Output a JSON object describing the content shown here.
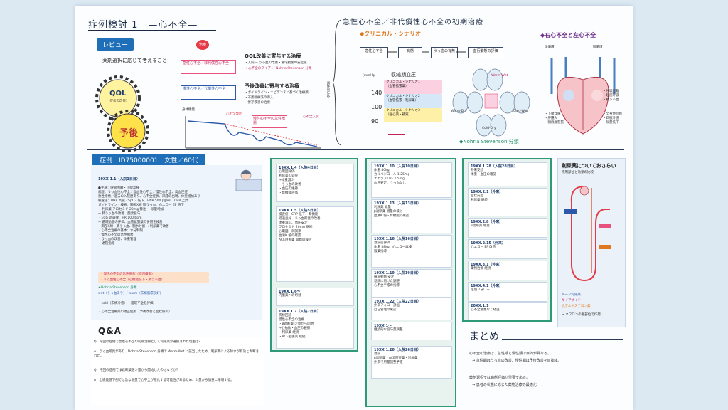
{
  "title": "症例検討 1　—心不全—",
  "review": {
    "label": "レビュー",
    "subtitle": "薬剤選択に応じて考えること",
    "center_badge": "治療",
    "option1": "急性心不全／非代償性心不全",
    "option2": "慢性心不全／代償性心不全",
    "gear1": "QOL",
    "gear1_sub": "（症状の改善）",
    "gear2": "予後",
    "qol_head": "QOL改善に寄与する治療",
    "qol_l1": "・入院 → うっ血の改善・循環動態の安定化",
    "qol_l2": "→ 心不全のタイプ ／ Nohria Stevenson 分類",
    "prog_head": "予後改善に寄与する治療",
    "prog_l1": "・ガイドライン・エビデンスに基づく治療薬",
    "prog_l2": "・非薬物療法の導入",
    "prog_l3": "・併存疾患の治療",
    "graph_ylabel": "身体機能",
    "graph_label1": "心不全発症",
    "graph_label2": "慢性心不全の急性増悪",
    "graph_label3": "心不全入院",
    "side_note": "具体的には"
  },
  "acute": {
    "title": "急性心不全／非代償性心不全の初期治療",
    "clinical_label": "◆クリニカル・シナリオ",
    "flow": [
      "急性心不全",
      "病態",
      "うっ血の有無",
      "血行動態の評価"
    ],
    "y_unit": "(mmHg)",
    "y_label": "収縮期血圧",
    "y_ticks": [
      "140",
      "100",
      "90"
    ],
    "cs1": "クリニカル・シナリオ1",
    "cs1_sub": "（血管拡張薬）",
    "cs2": "クリニカル・シナリオ2",
    "cs2_sub": "（血管拡張・利尿薬）",
    "cs3": "クリニカル・シナリオ3",
    "cs3_sub": "（強心薬・補液）",
    "nohria": "◆Nohria Stevenson 分類",
    "warm_wet": "Warm-Wet",
    "warm_dry": "Warm-Dry",
    "cold_wet": "Cold-Wet",
    "cold_dry": "Cold-Dry"
  },
  "rhf": {
    "title": "◆右心不全と左心不全",
    "right": "体循環",
    "left": "肺循環",
    "r_list": "・下腿浮腫\n・肝腫大\n・頸静脈怒張",
    "l_list": "・呼吸困難\n・起座呼吸\n・肺うっ血",
    "l_list2": "・全身倦怠感\n・四肢冷感\n・尿量低下"
  },
  "case": {
    "header": "症例　ID75000001　女性／60代",
    "first_date": "19XX.1.1（入院1日目）",
    "lines": [
      "●主訴：呼吸困難・下腿浮腫",
      "病歴：うっ血性心不全／虚血性心不全／慢性心不全、高血圧症",
      "急性増悪／過去の入院歴あり、心不全症状、浮腫の出現、体重増加あり",
      "検査値：BNP 高値／SpO2 低下、BNP 500 pg/ml、CRP 上昇",
      "ガイドライン・検査：胸部X線 肺うっ血、心エコー EF 低下",
      "→ 利尿薬 フロセミド 20mg 静注 → 尿量増加",
      "→ 肺うっ血の改善、酸素投与",
      "・ECG 洞調律、HR 100 bpm",
      "→ 循環動態の評価、血管拡張薬の併用を検討",
      "・胸部X線：肺うっ血、胸水貯留 → 利尿薬で改善",
      "・心不全治療の基本：水分制限",
      "・慢性心不全の急性増悪",
      "・うっ血の改善、体重管理",
      "→ 退院指導"
    ],
    "highlight1": "・慢性心不全の急性増悪（原因検索）",
    "highlight2": "・うっ血性心不全（心機能低下・肺うっ血）",
    "nohria_tag": "★Nohria Stevenson 分類",
    "nohria_val": "wet（うっ血あり）/ warm（末梢循環良好）",
    "note": "・cold（末梢冷感）→ 循環不全を評価",
    "footer": "・心不全治療薬の適正使用（予後改善と症状緩和）"
  },
  "timeline_a": [
    {
      "date": "19XX.1.4（入院4日目）",
      "body": "心電図評価\n利尿薬の効果\n→体重減少\n・うっ血の改善\n・血圧の維持\n・腎機能評価"
    },
    {
      "date": "19XX.1.5（入院5日目）",
      "body": "検査値：CRP 低下、腎機能\n経過良好、うっ血所見の改善\n体重減少、血圧安定\nフロセミド 20mg 継続\n心電図：洞調律\n血清K 値の確認\nACE阻害薬 開始の検討"
    },
    {
      "date": "19XX.1.6〜",
      "body": "内服薬への切替"
    },
    {
      "date": "19XX.1.7（入院7日目）",
      "body": "病棟回診\n慢性心不全の治療\n・β遮断薬 少量から開始\n→心拍数・血圧の観察\n・利尿薬 継続\n・ACE阻害薬 継続"
    }
  ],
  "timeline_b": [
    {
      "date": "19XX.1.10（入院10日目）",
      "body": "体重 40kg\nカルベジロール 1.25mg\nエナラプリル 2.5mg\n血圧安定、うっ血なし"
    },
    {
      "date": "19XX.1.13（入院13日目）",
      "body": "利尿薬 減量\nβ遮断薬 増量の検討\n血清K 値・腎機能の確認"
    },
    {
      "date": "19XX.1.16（入院16日目）",
      "body": "退院前評価\n体重 38kg、心エコー再検\n服薬指導"
    },
    {
      "date": "19XX.1.19（入院19日目）",
      "body": "循環動態 安定\n退院に向けた調整\n心不全手帳の指導"
    },
    {
      "date": "19XX.1.22（入院22日目）",
      "body": "外来フォロー計画\n自己管理の確認"
    },
    {
      "date": "19XX.1〜",
      "body": "継続的な投与量調整"
    },
    {
      "date": "19XX.1.26（入院26日目）",
      "body": "退院\nβ遮断薬・ACE阻害薬・利尿薬\n外来で用量調整予定"
    }
  ],
  "timeline_c": [
    {
      "date": "19XX.1.28（入院28日目）",
      "body": "外来受診\n体重・血圧の確認"
    },
    {
      "date": "19XX.2.1（外来）",
      "body": "症状安定\n利尿薬 継続"
    },
    {
      "date": "19XX.2.8（外来）",
      "body": "β遮断薬 増量"
    },
    {
      "date": "19XX.2.15（外来）",
      "body": "心エコー EF 改善"
    },
    {
      "date": "19XX.3.1（外来）",
      "body": "薬物治療 継続"
    },
    {
      "date": "19XX.4.1（外来）",
      "body": "定期フォロー"
    },
    {
      "date": "20XX.1.1",
      "body": "心不全増悪なく経過"
    }
  ],
  "kidney": {
    "title": "利尿薬についておさらい",
    "sub1": "作用部位と効果の比較",
    "loop": "ループ利尿薬",
    "thiazide": "サイアザイド",
    "mra": "抗アルドステロン薬",
    "note": "→ ネフロンの各部位で作用"
  },
  "qa": {
    "title": "Q&A",
    "q1": "Q　今回の症例で急性心不全の初期治療として利尿薬が選択された理由は？",
    "a1": "A　うっ血所見があり、Nohria Stevenson 分類で Warm-Wet に該当したため、利尿薬による除水が有効と判断された。",
    "q2": "Q　今回の症例で β遮断薬を少量から開始したのはなぜか？",
    "a2": "A　心機能低下例では急な増量で心不全が悪化する可能性があるため、少量から慎重に漸増する。"
  },
  "summary": {
    "title": "まとめ",
    "l1": "心不全の治療は、急性期と慢性期で目的が異なる。",
    "l2": "→ 急性期はうっ血の改善、慢性期は予後改善を目指す。",
    "l3": "薬剤選択では病態評価が重要である。",
    "l4": "→ 患者の状態に応じた薬物治療の最適化"
  }
}
